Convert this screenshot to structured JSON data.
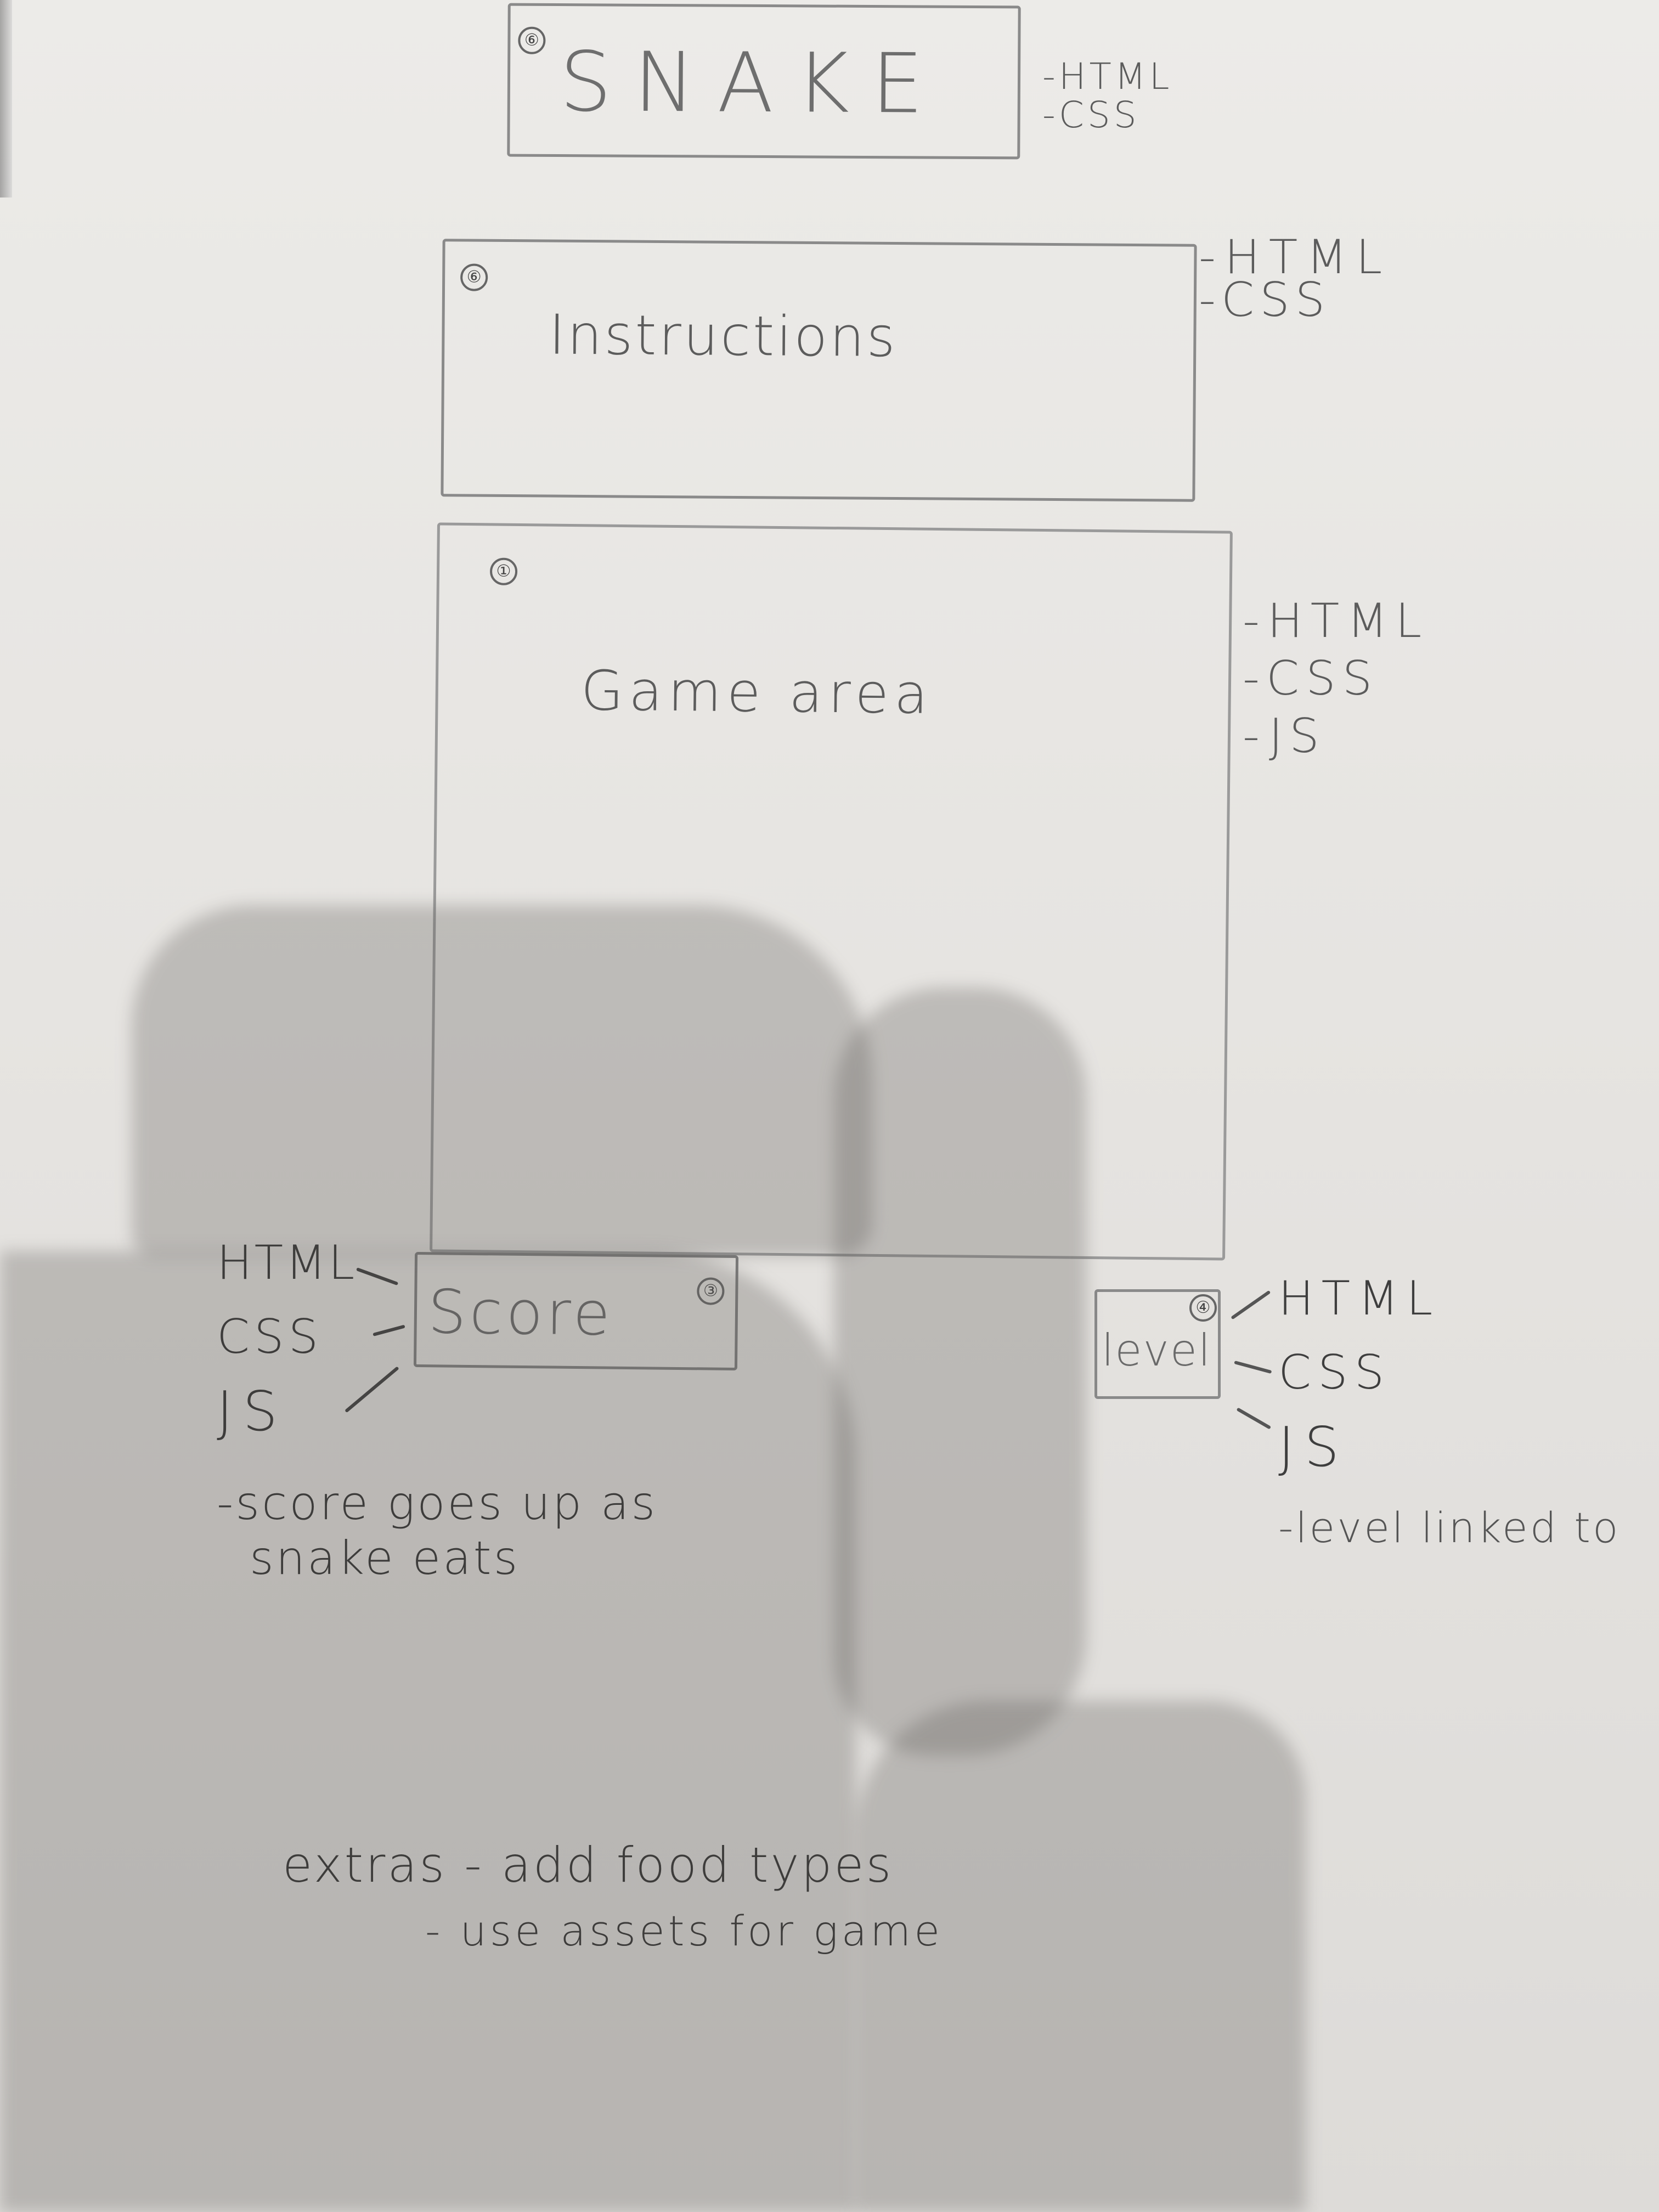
{
  "sketch": {
    "title_box": {
      "number": "⑥",
      "label": "SNAKE",
      "notes": [
        "-HTML",
        "-CSS"
      ]
    },
    "instructions_box": {
      "number": "⑥",
      "label": "Instructions",
      "notes": [
        "-HTML",
        "-CSS"
      ]
    },
    "game_area_box": {
      "number": "①",
      "label": "Game area",
      "notes": [
        "-HTML",
        "-CSS",
        "-JS"
      ]
    },
    "score_box": {
      "number": "③",
      "label": "Score",
      "notes": [
        "HTML",
        "CSS",
        "JS"
      ],
      "description_line1": "-score goes up as",
      "description_line2": "snake eats"
    },
    "level_box": {
      "number": "④",
      "label": "level",
      "notes": [
        "HTML",
        "CSS",
        "JS"
      ],
      "description": "-level linked to"
    },
    "extras": {
      "line1": "extras - add food types",
      "line2": "- use assets for game"
    }
  }
}
